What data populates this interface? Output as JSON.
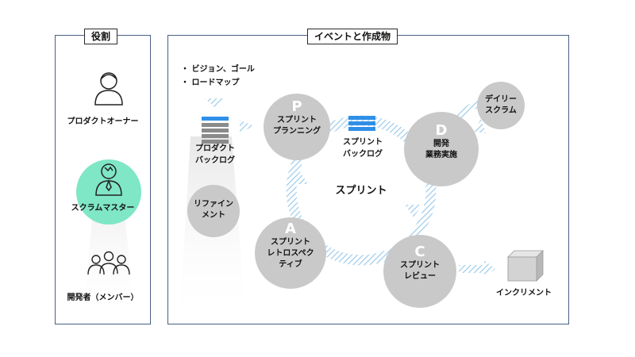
{
  "roles": {
    "title": "役割",
    "product_owner": "プロダクトオーナー",
    "scrum_master": "スクラムマスター",
    "developers": "開発者（メンバー）"
  },
  "events": {
    "title": "イベントと作成物",
    "bullets": [
      "・ ビジョン、ゴール",
      "・ ロードマップ"
    ],
    "product_backlog": [
      "プロダクト",
      "バックログ"
    ],
    "refinement": [
      "リファイン",
      "メント"
    ],
    "sprint_planning": {
      "letter": "P",
      "lines": [
        "スプリント",
        "プランニング"
      ]
    },
    "sprint_backlog": [
      "スプリント",
      "バックログ"
    ],
    "daily_scrum": [
      "デイリー",
      "スクラム"
    ],
    "development": {
      "letter": "D",
      "lines": [
        "開発",
        "業務実施"
      ]
    },
    "sprint": "スプリント",
    "retrospective": {
      "letter": "A",
      "lines": [
        "スプリント",
        "レトロスペク",
        "ティブ"
      ]
    },
    "review": {
      "letter": "C",
      "lines": [
        "スプリント",
        "レビュー"
      ]
    },
    "increment": "インクリメント"
  },
  "colors": {
    "panel_border": "#4a5f86",
    "circle": "#c9c9c9",
    "scrum_master_highlight": "#7fe6c6",
    "backlog_blue": "#2f8fe8",
    "backlog_gray": "#8a8a8a",
    "hatch_blue": "#9ccbea"
  }
}
